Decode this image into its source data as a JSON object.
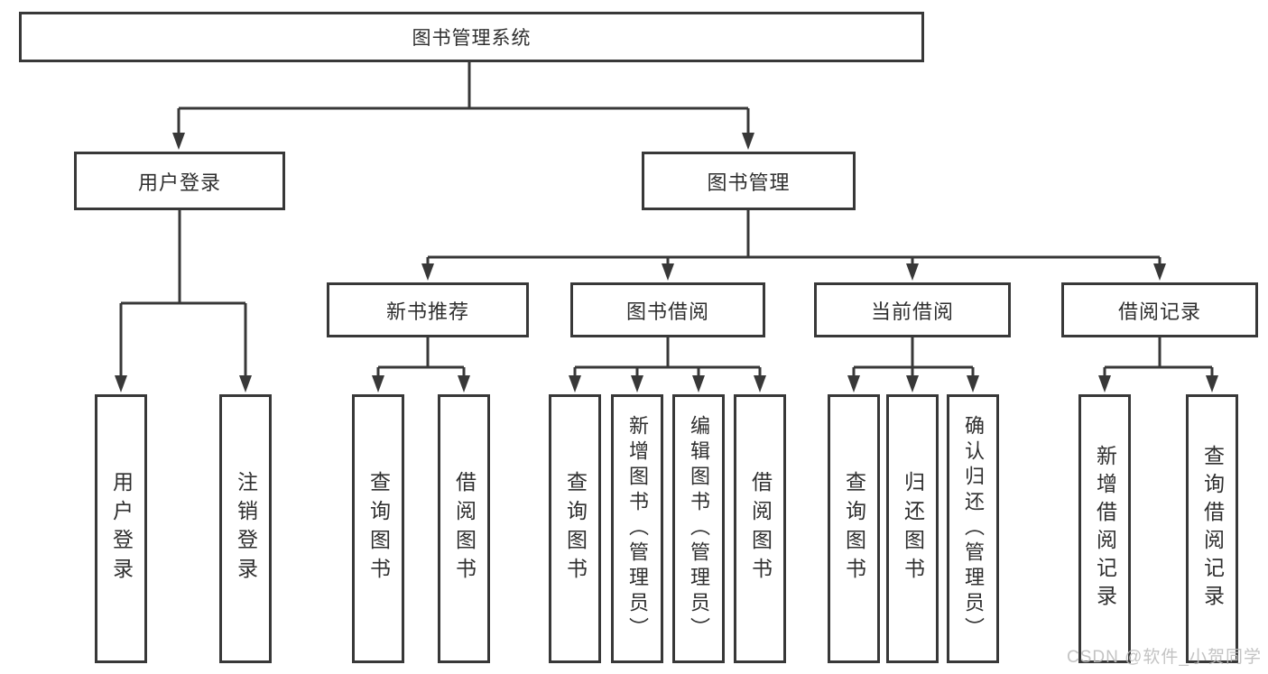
{
  "nodes": {
    "root": "图书管理系统",
    "user_login": "用户登录",
    "book_mgmt": "图书管理",
    "new_book_rec": "新书推荐",
    "book_borrowing": "图书借阅",
    "current_borrowing": "当前借阅",
    "borrowing_records": "借阅记录",
    "leaf_user_login": "用户登录",
    "leaf_logout": "注销登录",
    "leaf_query_books_1": "查询图书",
    "leaf_borrow_books_1": "借阅图书",
    "leaf_query_books_2": "查询图书",
    "leaf_add_books_admin": "新增图书（管理员）",
    "leaf_edit_books_admin": "编辑图书（管理员）",
    "leaf_borrow_books_2": "借阅图书",
    "leaf_query_books_3": "查询图书",
    "leaf_return_books": "归还图书",
    "leaf_confirm_return_admin": "确认归还（管理员）",
    "leaf_add_borrow_record": "新增借阅记录",
    "leaf_query_borrow_record": "查询借阅记录"
  },
  "hierarchy": {
    "图书管理系统": {
      "用户登录": [
        "用户登录",
        "注销登录"
      ],
      "图书管理": {
        "新书推荐": [
          "查询图书",
          "借阅图书"
        ],
        "图书借阅": [
          "查询图书",
          "新增图书（管理员）",
          "编辑图书（管理员）",
          "借阅图书"
        ],
        "当前借阅": [
          "查询图书",
          "归还图书",
          "确认归还（管理员）"
        ],
        "借阅记录": [
          "新增借阅记录",
          "查询借阅记录"
        ]
      }
    }
  },
  "watermark": "CSDN @软件_小贺同学",
  "colors": {
    "line": "#383838",
    "box_border": "#383838",
    "text": "#2f2f2f",
    "watermark": "#bdbdbd",
    "background": "#ffffff"
  }
}
